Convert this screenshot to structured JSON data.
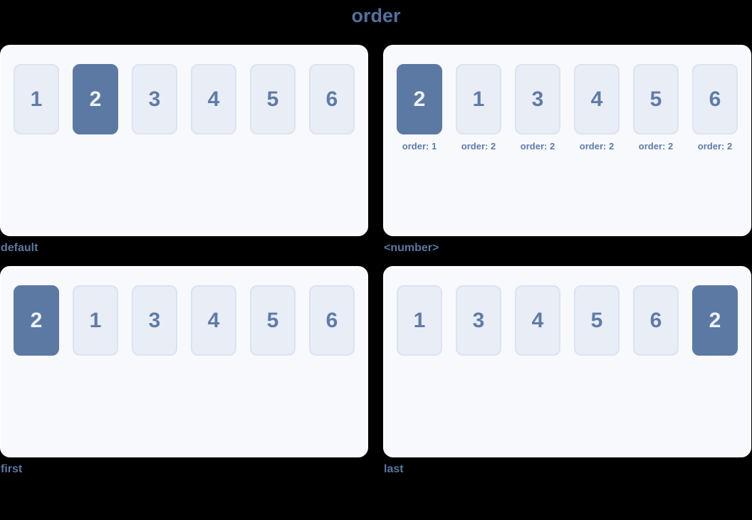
{
  "page": {
    "title": "order",
    "background_color": "#000000"
  },
  "colors": {
    "title_text": "#51719f",
    "caption_text": "#5a77a3",
    "panel_background": "#f7f9fc",
    "panel_border": "#fdfdfe",
    "card_background": "#e9edf6",
    "card_border": "#dce3f0",
    "card_number_text": "#5f7ca8",
    "highlight_card_background": "#5c79a3",
    "highlight_card_number_text": "#eef2f9",
    "order_label_text": "#5f7ca8"
  },
  "panels": [
    {
      "caption": "default",
      "items": [
        {
          "label": "1",
          "highlight": false
        },
        {
          "label": "2",
          "highlight": true
        },
        {
          "label": "3",
          "highlight": false
        },
        {
          "label": "4",
          "highlight": false
        },
        {
          "label": "5",
          "highlight": false
        },
        {
          "label": "6",
          "highlight": false
        }
      ]
    },
    {
      "caption": "<number>",
      "items": [
        {
          "label": "2",
          "highlight": true,
          "order_label": "order: 1"
        },
        {
          "label": "1",
          "highlight": false,
          "order_label": "order: 2"
        },
        {
          "label": "3",
          "highlight": false,
          "order_label": "order: 2"
        },
        {
          "label": "4",
          "highlight": false,
          "order_label": "order: 2"
        },
        {
          "label": "5",
          "highlight": false,
          "order_label": "order: 2"
        },
        {
          "label": "6",
          "highlight": false,
          "order_label": "order: 2"
        }
      ]
    },
    {
      "caption": "first",
      "items": [
        {
          "label": "2",
          "highlight": true
        },
        {
          "label": "1",
          "highlight": false
        },
        {
          "label": "3",
          "highlight": false
        },
        {
          "label": "4",
          "highlight": false
        },
        {
          "label": "5",
          "highlight": false
        },
        {
          "label": "6",
          "highlight": false
        }
      ]
    },
    {
      "caption": "last",
      "items": [
        {
          "label": "1",
          "highlight": false
        },
        {
          "label": "3",
          "highlight": false
        },
        {
          "label": "4",
          "highlight": false
        },
        {
          "label": "5",
          "highlight": false
        },
        {
          "label": "6",
          "highlight": false
        },
        {
          "label": "2",
          "highlight": true
        }
      ]
    }
  ]
}
